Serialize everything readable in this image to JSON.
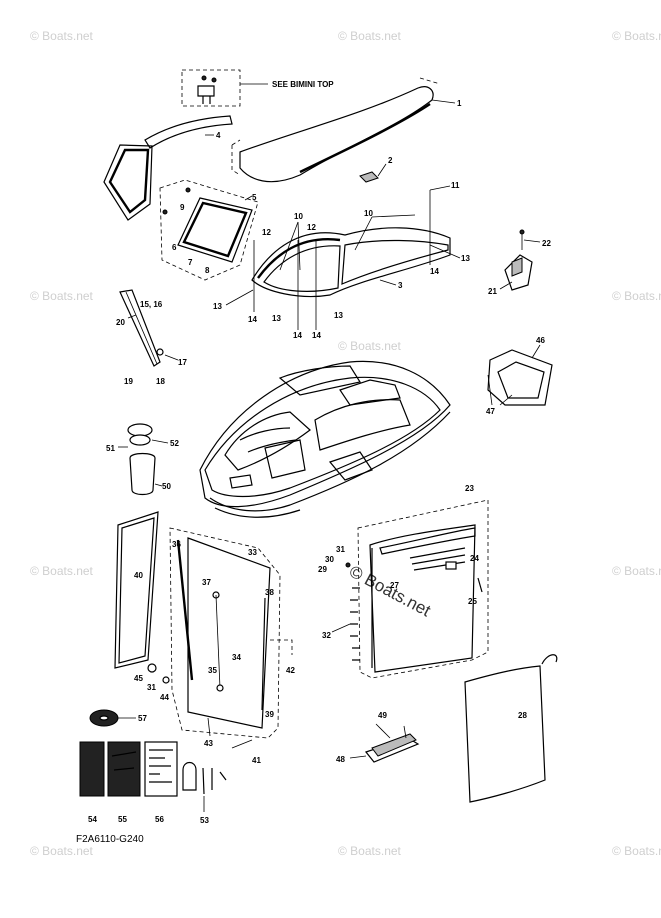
{
  "diagram": {
    "drawing_code": "F2A6110-G240",
    "see_label": "SEE BIMINI TOP",
    "watermark_text": "© Boats.net",
    "watermark_center_text": "© Boats.net",
    "callouts": {
      "c1": "1",
      "c2": "2",
      "c3": "3",
      "c4": "4",
      "c5": "5",
      "c6": "6",
      "c7": "7",
      "c8": "8",
      "c9": "9",
      "c10a": "10",
      "c10b": "10",
      "c11": "11",
      "c12a": "12",
      "c12b": "12",
      "c13a": "13",
      "c13b": "13",
      "c13c": "13",
      "c13d": "13",
      "c14a": "14",
      "c14b": "14",
      "c14c": "14",
      "c14d": "14",
      "c15": "15, 16",
      "c17": "17",
      "c18": "18",
      "c19": "19",
      "c20": "20",
      "c21": "21",
      "c22": "22",
      "c23": "23",
      "c24": "24",
      "c25": "25",
      "c27": "27",
      "c28": "28",
      "c29": "29",
      "c30": "30",
      "c31a": "31",
      "c31b": "31",
      "c32": "32",
      "c33": "33",
      "c34": "34",
      "c35": "35",
      "c36": "36",
      "c37": "37",
      "c38": "38",
      "c39": "39",
      "c40": "40",
      "c41": "41",
      "c42": "42",
      "c43": "43",
      "c44": "44",
      "c45": "45",
      "c46": "46",
      "c47": "47",
      "c48": "48",
      "c49": "49",
      "c50": "50",
      "c51": "51",
      "c52": "52",
      "c53": "53",
      "c54": "54",
      "c55": "55",
      "c56": "56",
      "c57": "57"
    }
  }
}
